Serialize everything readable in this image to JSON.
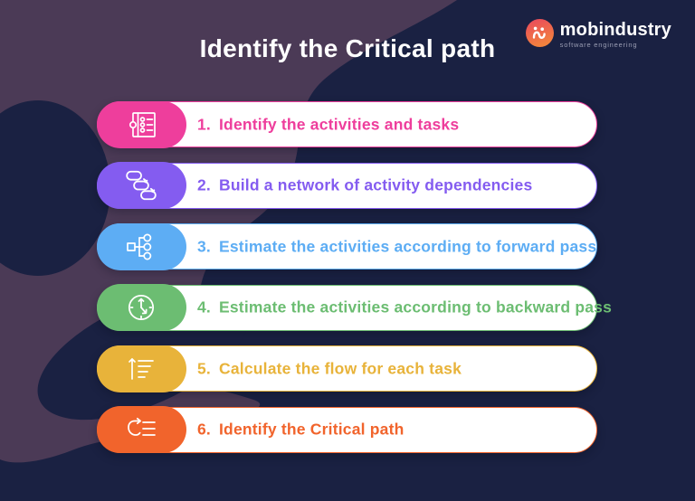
{
  "header": {
    "title": "Identify the Critical path"
  },
  "logo": {
    "name": "mobindustry",
    "tagline": "software engineering",
    "mark_colors": {
      "top": "#e9475e",
      "bottom": "#f2823e"
    }
  },
  "theme": {
    "background": "#1a2142",
    "blob": "#4b3a56",
    "row_background": "#ffffff",
    "title_color": "#ffffff",
    "tagline_color": "#9b9eb4"
  },
  "steps": [
    {
      "number": "1.",
      "label": "Identify the activities and tasks",
      "color": "#ee3e9c",
      "icon": "list-icon"
    },
    {
      "number": "2.",
      "label": "Build a network of activity dependencies",
      "color": "#845cf0",
      "icon": "cascade-icon"
    },
    {
      "number": "3.",
      "label": "Estimate the activities according to forward pass",
      "color": "#5dadf4",
      "icon": "tree-icon"
    },
    {
      "number": "4.",
      "label": "Estimate the activities according to backward pass",
      "color": "#6cbd72",
      "icon": "clock-icon"
    },
    {
      "number": "5.",
      "label": "Calculate the flow for each task",
      "color": "#e8b33a",
      "icon": "sort-icon"
    },
    {
      "number": "6.",
      "label": "Identify the Critical path",
      "color": "#f1642c",
      "icon": "loop-icon"
    }
  ]
}
